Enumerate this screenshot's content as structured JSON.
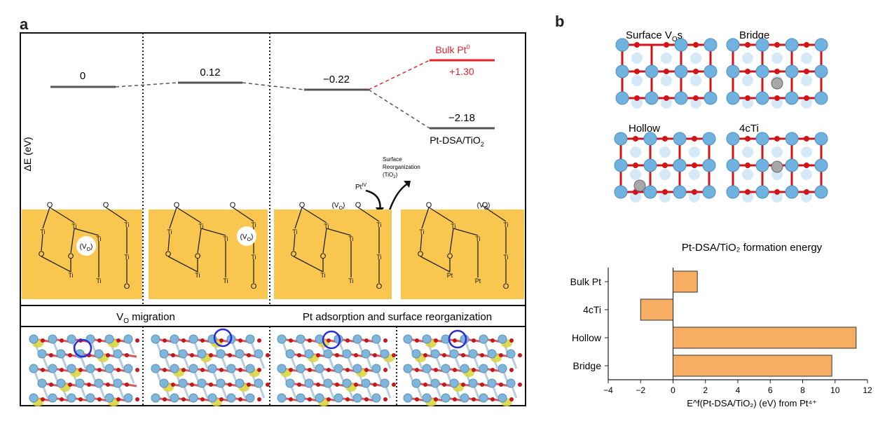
{
  "panels": {
    "a_label": "a",
    "b_label": "b"
  },
  "panel_a": {
    "energy_axis_label": "ΔE (eV)",
    "energy_levels": [
      {
        "label": "0",
        "value": 0
      },
      {
        "label": "0.12",
        "value": 0.12
      },
      {
        "label": "−0.22",
        "value": -0.22
      },
      {
        "label": "+1.30",
        "value": 1.3,
        "name": "Bulk Pt",
        "name_sup": "0"
      },
      {
        "label": "−2.18",
        "value": -2.18,
        "name": "Pt-DSA/TiO",
        "name_sub": "2"
      }
    ],
    "arrow_labels": {
      "pt_iv": "Pt",
      "pt_iv_sup": "IV",
      "reorg_line1": "Surface",
      "reorg_line2": "Reorganization",
      "reorg_line3": "(TiO",
      "reorg_sub": "2",
      "reorg_end": ")"
    },
    "band_labels": {
      "vo_migration": "V",
      "vo_sub": "O",
      "vo_rest": " migration",
      "pt_adsorption": "Pt adsorption and surface reorganization"
    },
    "schematics": [
      {
        "vo": "(V",
        "vo_sub": "O",
        "vo_end": ")",
        "atoms": [
          "Ti",
          "Ti",
          "Ti",
          "Ti",
          "Ti",
          "Ti"
        ]
      },
      {
        "vo": "(V",
        "vo_sub": "O",
        "vo_end": ")",
        "atoms": [
          "Ti",
          "Ti",
          "Ti",
          "Ti",
          "Ti",
          "Ti"
        ]
      },
      {
        "vo": "(V",
        "vo_sub": "O",
        "vo_end": ")",
        "atoms": [
          "Ti",
          "Ti",
          "Ti",
          "Ti",
          "Ti",
          "Ti"
        ]
      },
      {
        "vo": "(V",
        "vo_sub": "O",
        "vo_end": ")",
        "atoms": [
          "Ti",
          "Ti",
          "Ti",
          "Ti",
          "Ti",
          "Pt"
        ]
      }
    ],
    "colors": {
      "bulk_pt": "#e8212b",
      "schematic_bg": "#f9c74f",
      "highlight_circle": "#2a2ad6",
      "ti_atom": "#7fb6dc",
      "o_atom": "#c4161c",
      "isosurface": "#d8d43a"
    }
  },
  "panel_b": {
    "structures": [
      {
        "label": "Surface V",
        "sub": "O",
        "suffix": "s"
      },
      {
        "label": "Bridge",
        "sub": "",
        "suffix": ""
      },
      {
        "label": "Hollow",
        "sub": "",
        "suffix": ""
      },
      {
        "label": "4cTi",
        "sub": "",
        "suffix": ""
      }
    ],
    "colors": {
      "bar": "#f7ad62",
      "bar_edge": "#333333",
      "ti": "#6fb2e0",
      "o": "#d0141a",
      "pt": "#a8a8a8"
    }
  },
  "chart_data": {
    "type": "bar",
    "orientation": "horizontal",
    "title": "Pt-DSA/TiO₂ formation energy",
    "categories": [
      "Bulk Pt",
      "4cTi",
      "Hollow",
      "Bridge"
    ],
    "values": [
      1.5,
      -2.0,
      11.3,
      9.8
    ],
    "xlabel": "E^f(Pt-DSA/TiO₂) (eV) from Pt⁴⁺",
    "ylabel": "",
    "xlim": [
      -4,
      12
    ],
    "xticks": [
      "−4",
      "−2",
      "0",
      "2",
      "4",
      "6",
      "8",
      "10",
      "12"
    ],
    "grid": false
  }
}
